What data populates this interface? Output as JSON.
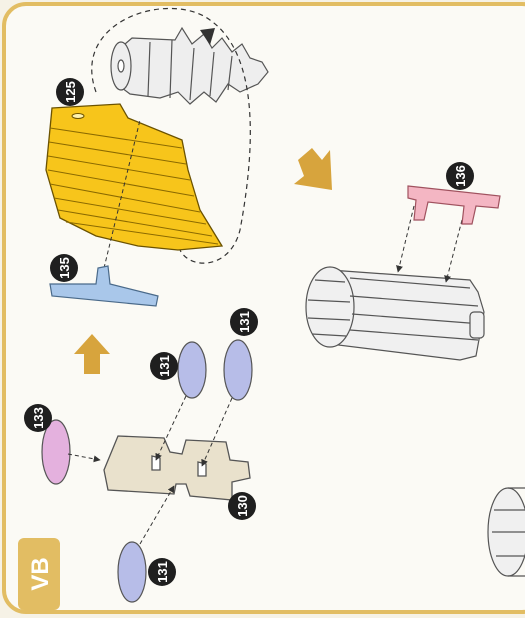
{
  "step": {
    "label": "VB"
  },
  "colors": {
    "frame": "#e2bd63",
    "page": "#fbfaf5",
    "arrow": "#d7a43d",
    "yellow_part": "#f7c51b",
    "blue_part": "#a9c7ea",
    "pink_part": "#f4b6c3",
    "violet_part": "#b7bde8",
    "magenta_part": "#e4b1de",
    "beige_part": "#e9e1cc",
    "grey_part": "#eeeeee",
    "outline": "#555555",
    "badge": "#1f1f1f"
  },
  "part_numbers": {
    "p125": "125",
    "p135": "135",
    "p136": "136",
    "p131_a": "131",
    "p131_b": "131",
    "p131_c": "131",
    "p133": "133",
    "p130": "130"
  }
}
